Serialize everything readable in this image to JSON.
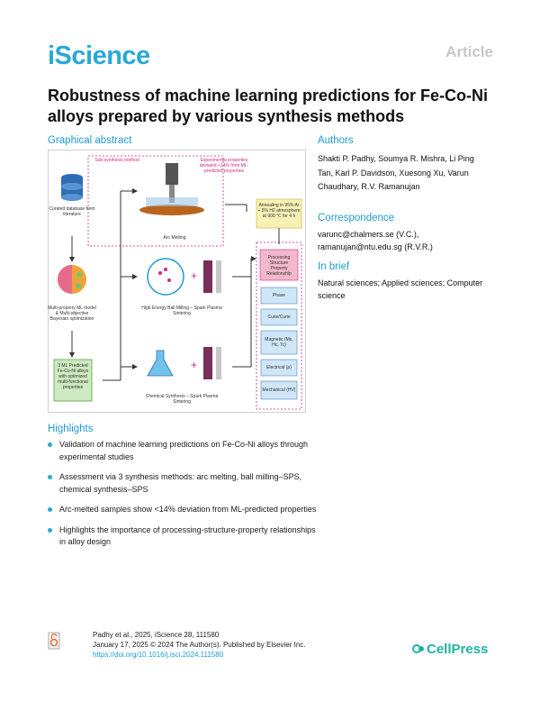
{
  "header": {
    "journal": "iScience",
    "type": "Article"
  },
  "title": "Robustness of machine learning predictions for Fe-Co-Ni alloys prepared by various synthesis methods",
  "graphical_abstract": {
    "heading": "Graphical abstract",
    "labels": {
      "synthesis_method": "Sub-synthesis method",
      "experimental_properties": "Experimental properties deviated <14% from ML-predicted properties",
      "curated_db": "Curated database from literature",
      "ml_model": "Multi-property ML model & Multi-objective Bayesian optimization",
      "predicted_alloys": "3 ML Predicted Fe-Co-Ni alloys with optimized multi-functional properties",
      "arc_melting": "Arc Melting",
      "ball_milling": "High Energy Ball Milling – Spark Plasma Sintering",
      "chemical_synthesis": "Chemical Synthesis – Spark Plasma Sintering",
      "annealing": "Annealing in 95% Ar + 5% H2 atmosphere at 900 °C for 4 h",
      "psp": "Processing Structure Property Relationship",
      "props": [
        "Phase",
        "Curie/Curie",
        "Magnetic (Ms, Hc, Tc)",
        "Electrical (ρ)",
        "Mechanical (HV)"
      ]
    }
  },
  "authors": {
    "heading": "Authors",
    "names": "Shakti P. Padhy, Soumya R. Mishra, Li Ping Tan, Karl P. Davidson, Xuesong Xu, Varun Chaudhary, R.V. Ramanujan"
  },
  "correspondence": {
    "heading": "Correspondence",
    "lines": [
      "varunc@chalmers.se (V.C.),",
      "ramanujan@ntu.edu.sg (R.V.R.)"
    ]
  },
  "in_brief": {
    "heading": "In brief",
    "text": "Natural sciences; Applied sciences; Computer science"
  },
  "highlights": {
    "heading": "Highlights",
    "items": [
      "Validation of machine learning predictions on Fe-Co-Ni alloys through experimental studies",
      "Assessment via 3 synthesis methods: arc melting, ball milling–SPS, chemical synthesis–SPS",
      "Arc-melted samples show <14% deviation from ML-predicted properties",
      "Highlights the importance of processing-structure-property relationships in alloy design"
    ]
  },
  "footer": {
    "citation": "Padhy et al., 2025, iScience 28, 111580",
    "date_line": "January 17, 2025 © 2024 The Author(s). Published by Elsevier Inc.",
    "doi": "https://doi.org/10.1016/j.isci.2024.111580"
  },
  "publisher": "CellPress",
  "colors": {
    "brand": "#29a8d8",
    "cellpress": "#21b3a1",
    "accent_pink": "#d0287a"
  }
}
